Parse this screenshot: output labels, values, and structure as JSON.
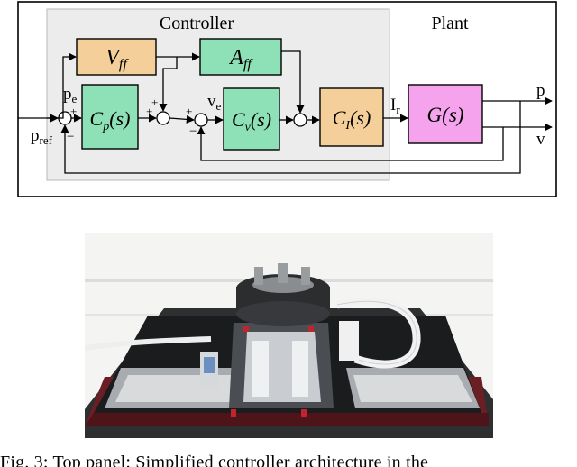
{
  "diagram": {
    "controller_label": "Controller",
    "plant_label": "Plant",
    "blocks": {
      "vff": {
        "main": "V",
        "sub": "ff"
      },
      "aff": {
        "main": "A",
        "sub": "ff"
      },
      "cp": {
        "pre": "C",
        "sub": "p",
        "post": "(s)"
      },
      "cv": {
        "pre": "C",
        "sub": "v",
        "post": "(s)"
      },
      "ci": {
        "pre": "C",
        "sub": "I",
        "post": "(s)"
      },
      "g": {
        "text": "G(s)"
      }
    },
    "signals": {
      "pref": {
        "main": "p",
        "sub": "ref"
      },
      "pe": {
        "main": "p",
        "sub": "e"
      },
      "ve": {
        "main": "v",
        "sub": "e"
      },
      "ir": {
        "main": "I",
        "sub": "r"
      },
      "p_out": "p",
      "v_out": "v"
    },
    "signs": {
      "plus": "+",
      "minus": "−"
    },
    "colors": {
      "controller_bg": "#ececec",
      "vff_fill": "#f5cf9a",
      "aff_fill": "#8ee0b6",
      "cp_fill": "#8ee0b6",
      "cv_fill": "#8ee0b6",
      "ci_fill": "#f5cf9a",
      "g_fill": "#f4a3ec"
    }
  },
  "caption": {
    "text": "Fig. 3: Top panel: Simplified controller architecture in the"
  }
}
